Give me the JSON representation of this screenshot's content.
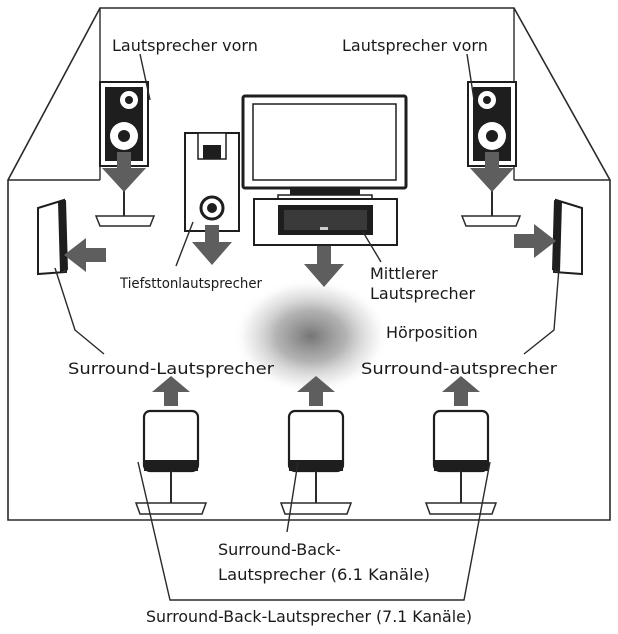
{
  "labels": {
    "front_left": "Lautsprecher vorn",
    "front_right": "Lautsprecher vorn",
    "subwoofer": "Tiefsttonlautsprecher",
    "center_line1": "Mittlerer",
    "center_line2": "Lautsprecher",
    "listening_position": "Hörposition",
    "surround_left": "Surround-Lautsprecher",
    "surround_right": "Surround-autsprecher",
    "surround_back_61_line1": "Surround-Back-",
    "surround_back_61_line2": "Lautsprecher (6.1 Kanäle)",
    "surround_back_71": "Surround-Back-Lautsprecher (7.1 Kanäle)"
  },
  "colors": {
    "line": "#2a2a2a",
    "arrow": "#5e5e5e",
    "listening_blur": "#777777"
  }
}
